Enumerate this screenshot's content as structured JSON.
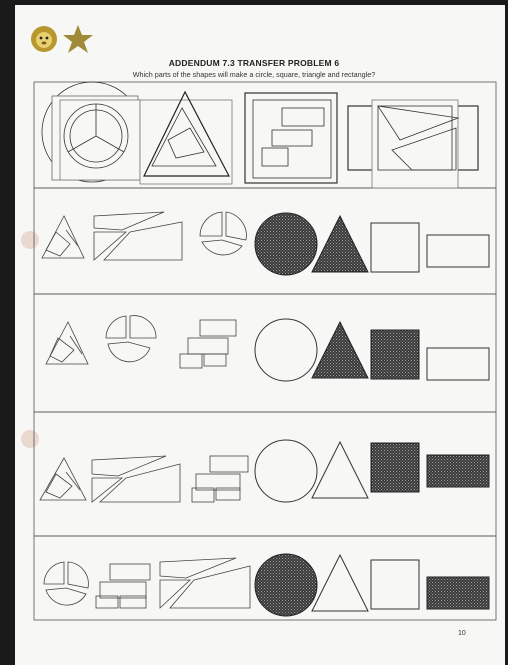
{
  "header": {
    "title": "ADDENDUM 7.3  TRANSFER PROBLEM 6",
    "subtitle": "Which parts of the shapes will make a circle, square, triangle and rectangle?"
  },
  "page_number": "10",
  "logo": {
    "icons": [
      "lion-face-icon",
      "star-icon"
    ],
    "star_color": "#a08a3a",
    "lion_color": "#b8982e"
  },
  "options": [
    {
      "row": 1,
      "pieces": [
        "triangle-pieces",
        "rectangle-pieces",
        "circle-pieces"
      ],
      "solid": [
        "circle",
        "triangle"
      ],
      "outline": [
        "square",
        "rectangle"
      ]
    },
    {
      "row": 2,
      "pieces": [
        "triangle-pieces",
        "circle-pieces",
        "square-pieces"
      ],
      "solid": [
        "triangle",
        "square"
      ],
      "outline": [
        "circle",
        "rectangle"
      ]
    },
    {
      "row": 3,
      "pieces": [
        "triangle-pieces",
        "rectangle-pieces",
        "square-pieces"
      ],
      "solid": [
        "square",
        "rectangle"
      ],
      "outline": [
        "circle",
        "triangle"
      ]
    },
    {
      "row": 4,
      "pieces": [
        "circle-pieces",
        "square-pieces",
        "rectangle-pieces"
      ],
      "solid": [
        "circle",
        "rectangle"
      ],
      "outline": [
        "triangle",
        "square"
      ]
    }
  ]
}
